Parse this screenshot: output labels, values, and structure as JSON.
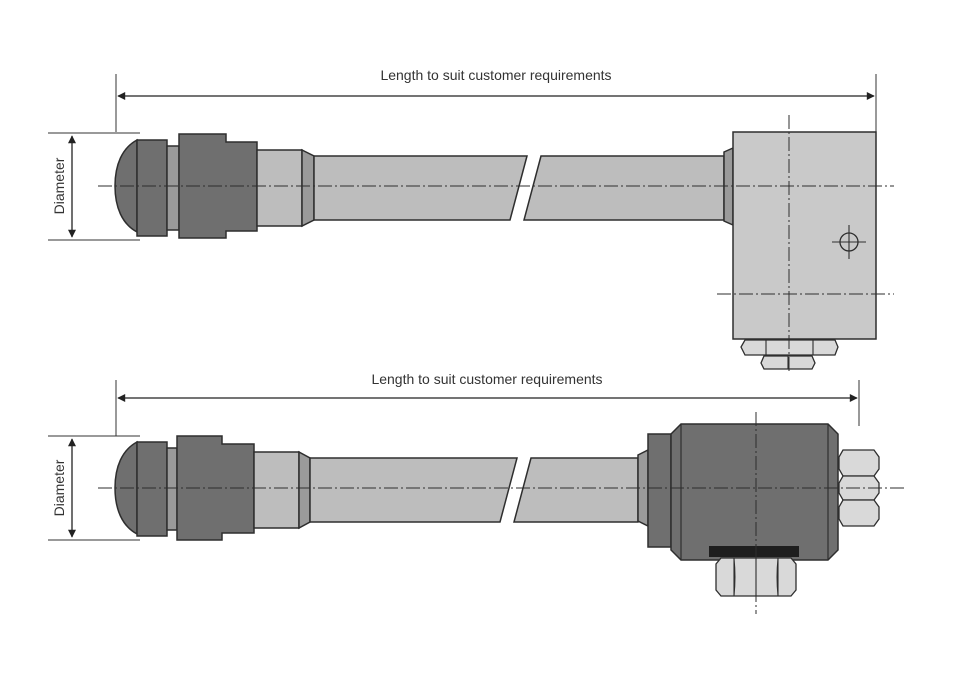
{
  "drawings": [
    {
      "id": "top",
      "length_label": "Length to suit customer requirements",
      "diameter_label": "Diameter",
      "variant": "block-housing"
    },
    {
      "id": "bottom",
      "length_label": "Length to suit customer requirements",
      "diameter_label": "Diameter",
      "variant": "cylinder-housing"
    }
  ],
  "colors": {
    "dark_grey": "#6f6f6f",
    "mid_grey": "#9a9a9a",
    "light_grey": "#bdbdbd",
    "lighter_grey": "#c9c9c9",
    "outline": "#2e2e2e",
    "nut_fill": "#d9d9d9",
    "seal_black": "#1e1e1e"
  }
}
